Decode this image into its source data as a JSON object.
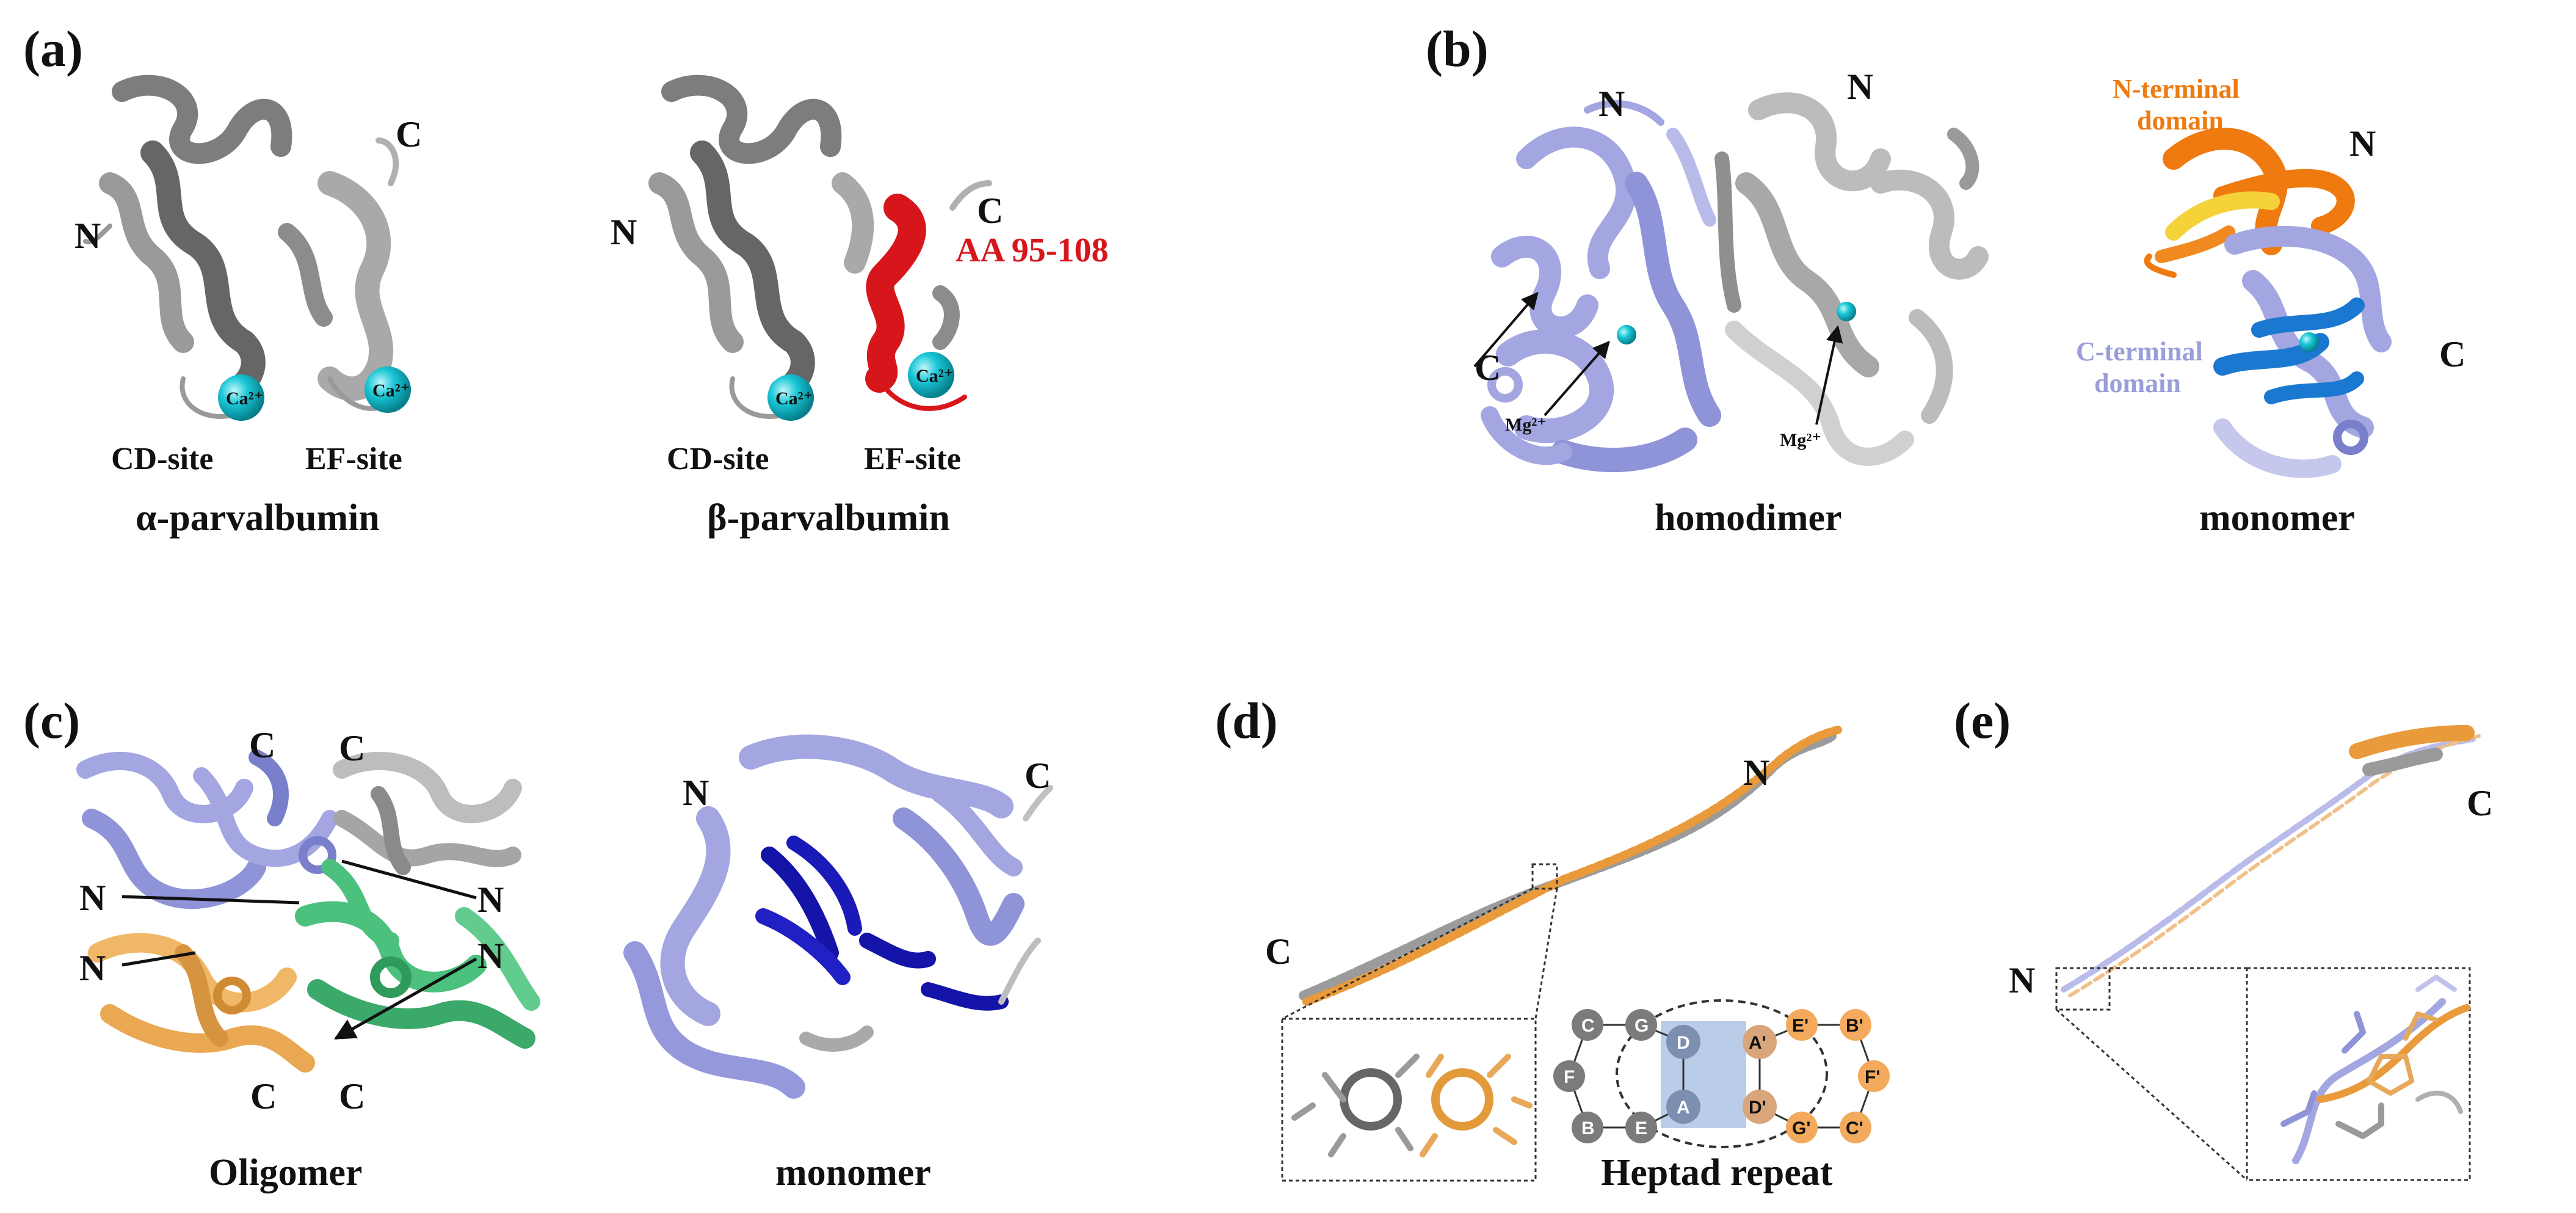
{
  "colors": {
    "gray": "#9b9b9b",
    "gray_dark": "#6f6f6f",
    "gray_light": "#cfcfcf",
    "lavender": "#a3a6e0",
    "lavender_dark": "#7a7fcc",
    "cyan": "#19c6d6",
    "red": "#d7161b",
    "orange": "#ef7a10",
    "yellow": "#f5d23a",
    "blue": "#1a78d0",
    "navy": "#1414a8",
    "tan": "#f0b866",
    "green": "#4cc07d",
    "heptad_gray": "#7b7b7b",
    "heptad_slate": "#7d8fb0",
    "heptad_orange": "#f3aa5c",
    "heptad_band": "#b9cde8"
  },
  "panels": {
    "a": {
      "label": "(a)",
      "alpha": {
        "caption": "α-parvalbumin",
        "n": "N",
        "c": "C",
        "cd_site": "CD-site",
        "ef_site": "EF-site",
        "ion_left": "Ca²⁺",
        "ion_right": "Ca²⁺"
      },
      "beta": {
        "caption": "β-parvalbumin",
        "n": "N",
        "c": "C",
        "region": "AA 95-108",
        "cd_site": "CD-site",
        "ef_site": "EF-site",
        "ion_left": "Ca²⁺",
        "ion_right": "Ca²⁺"
      }
    },
    "b": {
      "label": "(b)",
      "homodimer": {
        "caption": "homodimer",
        "n_left": "N",
        "n_right": "N",
        "c": "C",
        "ion_left": "Mg²⁺",
        "ion_right": "Mg²⁺"
      },
      "monomer": {
        "caption": "monomer",
        "n_domain_line1": "N-terminal",
        "n_domain_line2": "domain",
        "c_domain_line1": "C-terminal",
        "c_domain_line2": "domain",
        "n": "N",
        "c": "C"
      }
    },
    "c": {
      "label": "(c)",
      "oligomer": {
        "caption": "Oligomer",
        "c_top_left": "C",
        "c_top_right": "C",
        "n_left_upper": "N",
        "n_right_upper": "N",
        "n_left_lower": "N",
        "n_right_lower": "N",
        "c_bottom_left": "C",
        "c_bottom_right": "C"
      },
      "monomer": {
        "caption": "monomer",
        "n": "N",
        "c": "C"
      }
    },
    "d": {
      "label": "(d)",
      "n": "N",
      "c": "C",
      "heptad_caption": "Heptad repeat",
      "heptad_left": [
        "C",
        "G",
        "F",
        "B",
        "E",
        "D",
        "A"
      ],
      "heptad_right": [
        "E'",
        "B'",
        "A'",
        "F'",
        "D'",
        "G'",
        "C'"
      ]
    },
    "e": {
      "label": "(e)",
      "n": "N",
      "c": "C"
    }
  }
}
